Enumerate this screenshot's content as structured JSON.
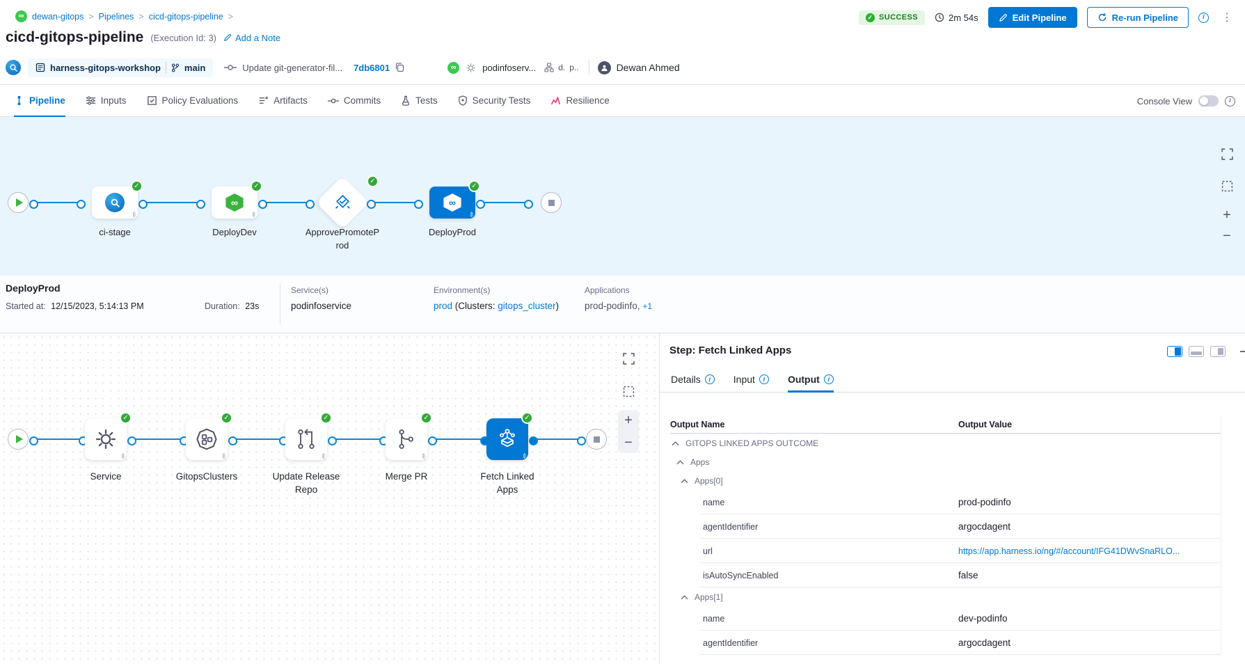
{
  "icons": {
    "infinity": "∞",
    "check": "✓",
    "menu_dots": "⋮",
    "plus": "+",
    "minus": "−",
    "info": "i",
    "conditional": "(|)"
  },
  "breadcrumb": {
    "project": "dewan-gitops",
    "section": "Pipelines",
    "pipeline": "cicd-gitops-pipeline",
    "separator": ">"
  },
  "execution": {
    "status": "SUCCESS",
    "duration": "2m 54s"
  },
  "header_actions": {
    "edit": "Edit Pipeline",
    "rerun": "Re-run Pipeline"
  },
  "title": {
    "name": "cicd-gitops-pipeline",
    "execution_id": "(Execution Id: 3)",
    "add_note": "Add a Note"
  },
  "build_meta": {
    "repo": "harness-gitops-workshop",
    "branch": "main",
    "commit_message": "Update git-generator-fil...",
    "commit_sha": "7db6801",
    "service_truncated": "podinfoserv...",
    "env_short_1": "d.",
    "env_short_2": "p..",
    "user": "Dewan Ahmed"
  },
  "tabs": {
    "items": [
      "Pipeline",
      "Inputs",
      "Policy Evaluations",
      "Artifacts",
      "Commits",
      "Tests",
      "Security Tests",
      "Resilience"
    ],
    "console_view": "Console View"
  },
  "stage_graph": {
    "stages": [
      "ci-stage",
      "DeployDev",
      "ApprovePromoteProd",
      "DeployProd"
    ]
  },
  "stage_details": {
    "name": "DeployProd",
    "started_label": "Started at:",
    "started_value": "12/15/2023, 5:14:13 PM",
    "duration_label": "Duration:",
    "duration_value": "23s",
    "services_label": "Service(s)",
    "service": "podinfoservice",
    "environments_label": "Environment(s)",
    "environment": "prod",
    "clusters_prefix": " (Clusters: ",
    "cluster": "gitops_cluster",
    "clusters_suffix": ")",
    "applications_label": "Applications",
    "applications": "prod-podinfo,",
    "applications_more": "+1"
  },
  "step_graph": {
    "steps": [
      "Service",
      "GitopsClusters",
      "Update Release Repo",
      "Merge PR",
      "Fetch Linked Apps"
    ]
  },
  "step_panel": {
    "title": "Step: Fetch Linked Apps",
    "tabs": {
      "details": "Details",
      "input": "Input",
      "output": "Output"
    },
    "table": {
      "name_header": "Output Name",
      "value_header": "Output Value",
      "rows": [
        {
          "name": "GITOPS LINKED APPS OUTCOME"
        },
        {
          "name": "Apps"
        },
        {
          "name": "Apps[0]"
        },
        {
          "name": "name",
          "value": "prod-podinfo"
        },
        {
          "name": "agentIdentifier",
          "value": "argocdagent"
        },
        {
          "name": "url",
          "value": "https://app.harness.io/ng/#/account/IFG41DWvSnaRLO..."
        },
        {
          "name": "isAutoSyncEnabled",
          "value": "false"
        },
        {
          "name": "Apps[1]"
        },
        {
          "name": "name",
          "value": "dev-podinfo"
        },
        {
          "name": "agentIdentifier",
          "value": "argocdagent"
        }
      ]
    }
  }
}
